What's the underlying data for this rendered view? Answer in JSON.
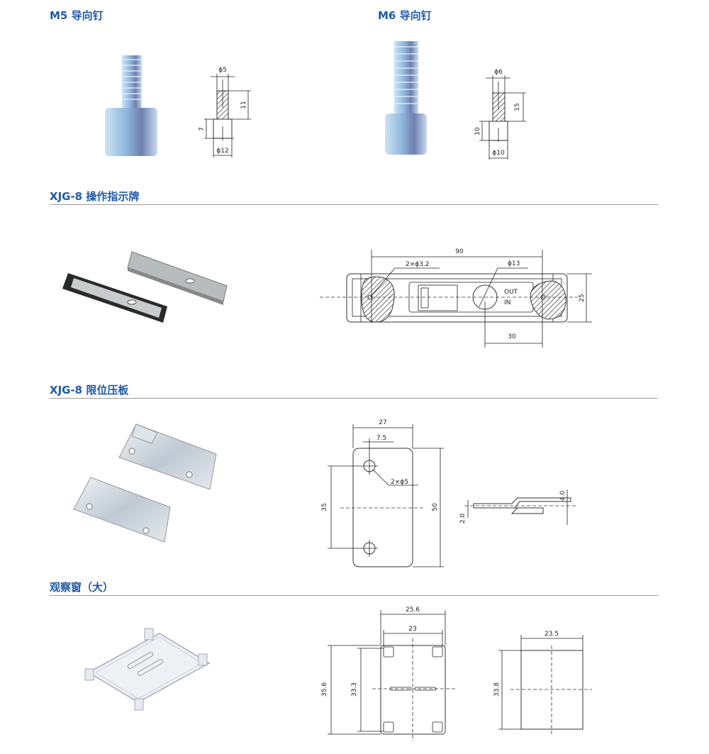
{
  "sections": {
    "m5": {
      "title": "M5 导向钉",
      "dims": {
        "d_top": "ϕ5",
        "h_top": "11",
        "h_bottom": "7",
        "d_bottom": "ϕ12"
      }
    },
    "m6": {
      "title": "M6 导向钉",
      "dims": {
        "d_top": "ϕ6",
        "h_top": "15",
        "h_bottom": "10",
        "d_bottom": "ϕ10"
      }
    },
    "indicator": {
      "title": "XJG-8 操作指示牌",
      "dims": {
        "length": "90",
        "holes": "2×ϕ3.2",
        "circle": "ϕ13",
        "height": "25",
        "offset": "30"
      },
      "labels": {
        "out": "OUT",
        "in": "IN"
      }
    },
    "plate": {
      "title": "XJG-8 限位压板",
      "dims": {
        "width": "27",
        "hole_offset": "7.5",
        "holes": "2×ϕ5",
        "hole_spacing": "35",
        "height": "50",
        "thickness_top": "4.0",
        "thickness_bottom": "2.0"
      }
    },
    "window": {
      "title": "观察窗（大）",
      "dims": {
        "outer_width": "25.6",
        "inner_width": "23",
        "outer_height": "35.6",
        "inner_height": "33.3",
        "cover_width": "23.5",
        "cover_height": "33.8"
      }
    }
  },
  "colors": {
    "title": "#1f5aa6",
    "metal_blue": "#a9cbe6"
  }
}
